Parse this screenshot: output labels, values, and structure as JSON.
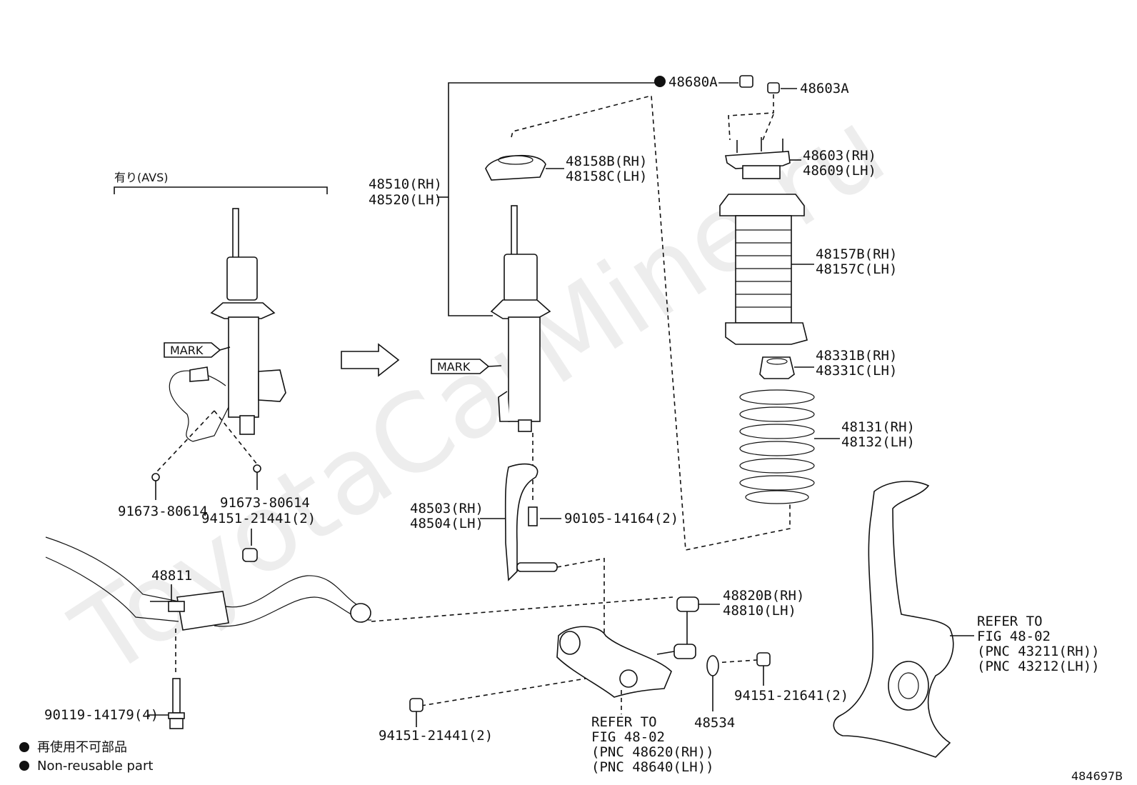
{
  "watermark": "ToyotaCarMine.ru",
  "figure_id": "484697B",
  "avs_header": "有り(AVS)",
  "mark_labels": [
    "MARK",
    "MARK"
  ],
  "legend": {
    "symbol_ja": "再使用不可部品",
    "symbol_en": "Non-reusable part"
  },
  "parts": {
    "p48680A": "48680A",
    "p48603A": "48603A",
    "p48603": [
      "48603(RH)",
      "48609(LH)"
    ],
    "p48158": [
      "48158B(RH)",
      "48158C(LH)"
    ],
    "p48510": [
      "48510(RH)",
      "48520(LH)"
    ],
    "p48157": [
      "48157B(RH)",
      "48157C(LH)"
    ],
    "p48331": [
      "48331B(RH)",
      "48331C(LH)"
    ],
    "p48131": [
      "48131(RH)",
      "48132(LH)"
    ],
    "p48503": [
      "48503(RH)",
      "48504(LH)"
    ],
    "p90105": "90105-14164(2)",
    "p91673a": "91673-80614",
    "p91673b": [
      "91673-80614",
      "94151-21441(2)"
    ],
    "p48811": "48811",
    "p48820": [
      "48820B(RH)",
      "48810(LH)"
    ],
    "p90119": "90119-14179(4)",
    "p94151_left": "94151-21441(2)",
    "p94151_right": "94151-21641(2)",
    "p48534": "48534"
  },
  "refer_knuckle": [
    "REFER TO",
    "FIG 48-02",
    "(PNC 43211(RH))",
    "(PNC 43212(LH))"
  ],
  "refer_arm": [
    "REFER TO",
    "FIG 48-02",
    "(PNC 48620(RH))",
    "(PNC 48640(LH))"
  ]
}
